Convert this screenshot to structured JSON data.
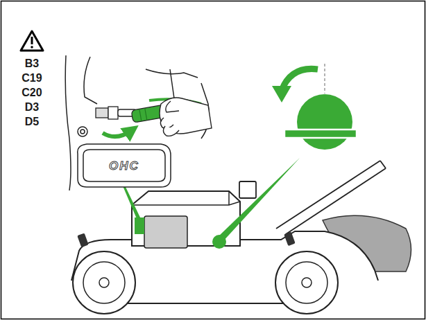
{
  "diagram": {
    "labels": [
      "B3",
      "C19",
      "C20",
      "D3",
      "D5",
      "OHC"
    ]
  }
}
